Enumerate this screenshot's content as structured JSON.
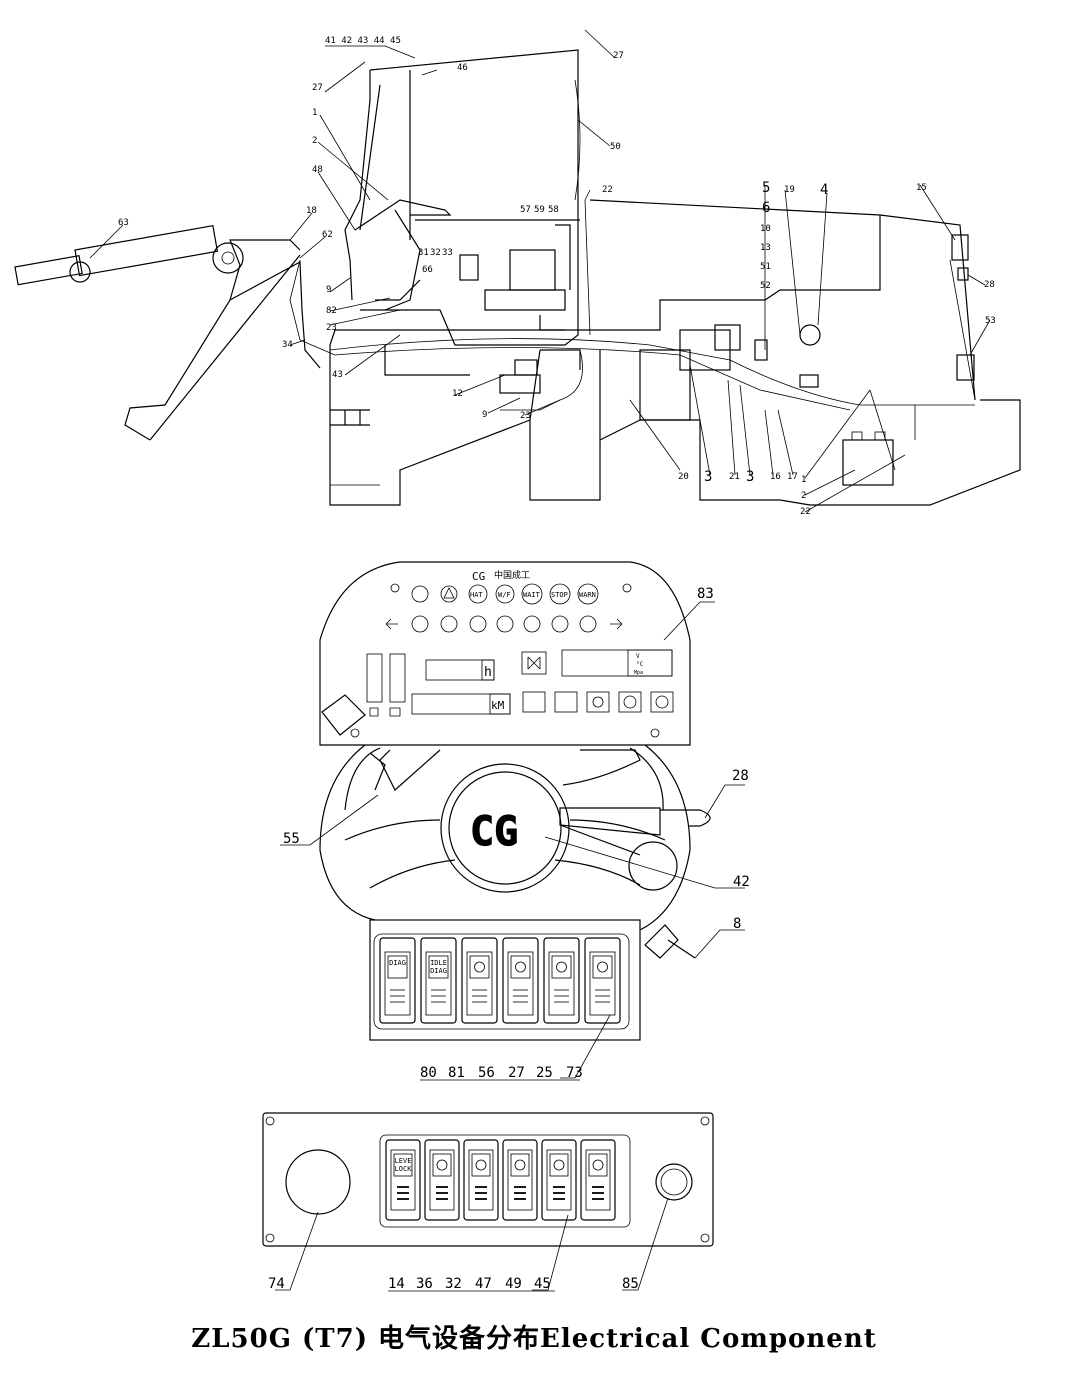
{
  "caption": "ZL50G (T7) 电气设备分布Electrical Component",
  "loader_labels": {
    "top_seq": "41 42 43 44 45",
    "l27a": "27",
    "l27b": "27",
    "l46": "46",
    "l50": "50",
    "l1a": "1",
    "l2a": "2",
    "l48": "48",
    "l18": "18",
    "l63": "63",
    "l62": "62",
    "l9a": "9",
    "l82": "82",
    "l23a": "23",
    "l34": "34",
    "l43": "43",
    "l12": "12",
    "l9b": "9",
    "l23b": "23",
    "l31": "31",
    "l32": "32",
    "l33": "33",
    "l66": "66",
    "l57": "57",
    "l59": "59",
    "l58": "58",
    "l22a": "22",
    "l5": "5",
    "l6": "6",
    "l10": "10",
    "l13": "13",
    "l51": "51",
    "l52": "52",
    "l19": "19",
    "l4": "4",
    "l15": "15",
    "l28": "28",
    "l53": "53",
    "l20": "20",
    "l3a": "3",
    "l21": "21",
    "l3b": "3",
    "l16": "16",
    "l17": "17",
    "l1b": "1",
    "l2b": "2",
    "l22b": "22"
  },
  "dashboard": {
    "brand": "CG",
    "brand_cn": "中国成工",
    "indicators": [
      "HAT",
      "W/F",
      "WAIT",
      "STOP",
      "WARN"
    ],
    "hour_unit": "h",
    "km_unit": "kM",
    "gauge_units": [
      "V",
      "°C",
      "Mpa"
    ],
    "label": "83"
  },
  "steering": {
    "hub_logo": "CG",
    "labels": {
      "l28": "28",
      "l55": "55",
      "l42": "42",
      "l8": "8"
    }
  },
  "switch_panel_1": {
    "switches": [
      "DIAG",
      "IDLE DIAG",
      "",
      "",
      "",
      ""
    ],
    "labels": [
      "80",
      "81",
      "56",
      "27",
      "25",
      "73"
    ]
  },
  "switch_panel_2": {
    "switches": [
      "LEVE LOCK",
      "",
      "",
      "",
      "",
      ""
    ],
    "labels": [
      "14",
      "36",
      "32",
      "47",
      "49",
      "45"
    ],
    "l74": "74",
    "l85": "85"
  }
}
